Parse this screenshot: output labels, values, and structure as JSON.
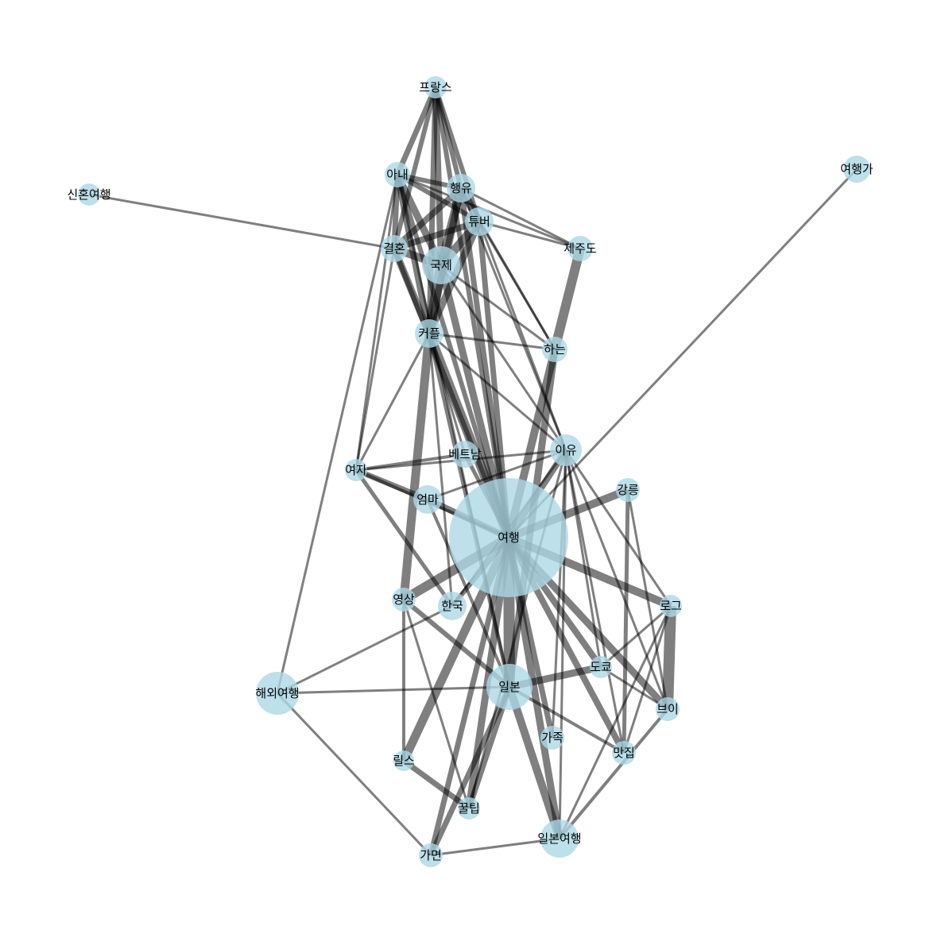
{
  "graph": {
    "node_color": "#add8e6",
    "edge_color": "#000000",
    "nodes": [
      {
        "id": "여행",
        "label": "여행",
        "size": 75
      },
      {
        "id": "프랑스",
        "label": "프랑스",
        "size": 14
      },
      {
        "id": "아내",
        "label": "아내",
        "size": 16
      },
      {
        "id": "행유",
        "label": "행유",
        "size": 18
      },
      {
        "id": "튜버",
        "label": "튜버",
        "size": 18
      },
      {
        "id": "결혼",
        "label": "결혼",
        "size": 17
      },
      {
        "id": "국제",
        "label": "국제",
        "size": 24
      },
      {
        "id": "커플",
        "label": "커플",
        "size": 18
      },
      {
        "id": "하는",
        "label": "하는",
        "size": 16
      },
      {
        "id": "제주도",
        "label": "제주도",
        "size": 16
      },
      {
        "id": "신혼여행",
        "label": "신혼여행",
        "size": 14
      },
      {
        "id": "여행가",
        "label": "여행가",
        "size": 17
      },
      {
        "id": "베트남",
        "label": "베트남",
        "size": 17
      },
      {
        "id": "이유",
        "label": "이유",
        "size": 20
      },
      {
        "id": "여자",
        "label": "여자",
        "size": 14
      },
      {
        "id": "엄마",
        "label": "엄마",
        "size": 18
      },
      {
        "id": "강릉",
        "label": "강릉",
        "size": 15
      },
      {
        "id": "영상",
        "label": "영상",
        "size": 15
      },
      {
        "id": "한국",
        "label": "한국",
        "size": 18
      },
      {
        "id": "로그",
        "label": "로그",
        "size": 14
      },
      {
        "id": "도쿄",
        "label": "도쿄",
        "size": 14
      },
      {
        "id": "일본",
        "label": "일본",
        "size": 29
      },
      {
        "id": "해외여행",
        "label": "해외여행",
        "size": 27
      },
      {
        "id": "브이",
        "label": "브이",
        "size": 15
      },
      {
        "id": "가족",
        "label": "가족",
        "size": 15
      },
      {
        "id": "맛집",
        "label": "맛집",
        "size": 15
      },
      {
        "id": "릴스",
        "label": "릴스",
        "size": 13
      },
      {
        "id": "꿀팁",
        "label": "꿀팁",
        "size": 14
      },
      {
        "id": "일본여행",
        "label": "일본여행",
        "size": 24
      },
      {
        "id": "가면",
        "label": "가면",
        "size": 15
      }
    ],
    "edges": [
      {
        "source": "여행",
        "target": "일본",
        "weight": 14
      },
      {
        "source": "여행",
        "target": "커플",
        "weight": 12
      },
      {
        "source": "여행",
        "target": "국제",
        "weight": 9
      },
      {
        "source": "여행",
        "target": "하는",
        "weight": 10
      },
      {
        "source": "여행",
        "target": "프랑스",
        "weight": 6
      },
      {
        "source": "여행",
        "target": "아내",
        "weight": 6
      },
      {
        "source": "여행",
        "target": "행유",
        "weight": 7
      },
      {
        "source": "여행",
        "target": "튜버",
        "weight": 7
      },
      {
        "source": "여행",
        "target": "결혼",
        "weight": 6
      },
      {
        "source": "여행",
        "target": "이유",
        "weight": 8
      },
      {
        "source": "여행",
        "target": "엄마",
        "weight": 8
      },
      {
        "source": "여행",
        "target": "강릉",
        "weight": 10
      },
      {
        "source": "여행",
        "target": "영상",
        "weight": 12
      },
      {
        "source": "여행",
        "target": "한국",
        "weight": 6
      },
      {
        "source": "여행",
        "target": "로그",
        "weight": 10
      },
      {
        "source": "여행",
        "target": "도쿄",
        "weight": 8
      },
      {
        "source": "여행",
        "target": "브이",
        "weight": 9
      },
      {
        "source": "여행",
        "target": "가족",
        "weight": 7
      },
      {
        "source": "여행",
        "target": "맛집",
        "weight": 8
      },
      {
        "source": "여행",
        "target": "릴스",
        "weight": 11
      },
      {
        "source": "여행",
        "target": "꿀팁",
        "weight": 9
      },
      {
        "source": "여행",
        "target": "일본여행",
        "weight": 9
      },
      {
        "source": "여행",
        "target": "가면",
        "weight": 7
      },
      {
        "source": "여행",
        "target": "베트남",
        "weight": 5
      },
      {
        "source": "여행",
        "target": "여자",
        "weight": 4
      },
      {
        "source": "국제",
        "target": "커플",
        "weight": 13
      },
      {
        "source": "국제",
        "target": "결혼",
        "weight": 10
      },
      {
        "source": "국제",
        "target": "아내",
        "weight": 9
      },
      {
        "source": "국제",
        "target": "행유",
        "weight": 11
      },
      {
        "source": "국제",
        "target": "튜버",
        "weight": 11
      },
      {
        "source": "국제",
        "target": "프랑스",
        "weight": 8
      },
      {
        "source": "커플",
        "target": "결혼",
        "weight": 9
      },
      {
        "source": "커플",
        "target": "아내",
        "weight": 8
      },
      {
        "source": "커플",
        "target": "행유",
        "weight": 9
      },
      {
        "source": "커플",
        "target": "튜버",
        "weight": 9
      },
      {
        "source": "커플",
        "target": "프랑스",
        "weight": 7
      },
      {
        "source": "결혼",
        "target": "아내",
        "weight": 7
      },
      {
        "source": "결혼",
        "target": "행유",
        "weight": 8
      },
      {
        "source": "결혼",
        "target": "튜버",
        "weight": 8
      },
      {
        "source": "결혼",
        "target": "프랑스",
        "weight": 6
      },
      {
        "source": "아내",
        "target": "행유",
        "weight": 6
      },
      {
        "source": "아내",
        "target": "튜버",
        "weight": 6
      },
      {
        "source": "아내",
        "target": "프랑스",
        "weight": 7
      },
      {
        "source": "행유",
        "target": "튜버",
        "weight": 10
      },
      {
        "source": "행유",
        "target": "프랑스",
        "weight": 6
      },
      {
        "source": "튜버",
        "target": "프랑스",
        "weight": 6
      },
      {
        "source": "튜버",
        "target": "제주도",
        "weight": 3
      },
      {
        "source": "행유",
        "target": "제주도",
        "weight": 3
      },
      {
        "source": "아내",
        "target": "제주도",
        "weight": 3
      },
      {
        "source": "결혼",
        "target": "신혼여행",
        "weight": 3
      },
      {
        "source": "제주도",
        "target": "하는",
        "weight": 12
      },
      {
        "source": "하는",
        "target": "일본",
        "weight": 9
      },
      {
        "source": "하는",
        "target": "튜버",
        "weight": 3
      },
      {
        "source": "하는",
        "target": "국제",
        "weight": 3
      },
      {
        "source": "하는",
        "target": "커플",
        "weight": 3
      },
      {
        "source": "하는",
        "target": "행유",
        "weight": 3
      },
      {
        "source": "여행가",
        "target": "여행",
        "weight": 3
      },
      {
        "source": "이유",
        "target": "국제",
        "weight": 3
      },
      {
        "source": "이유",
        "target": "커플",
        "weight": 3
      },
      {
        "source": "이유",
        "target": "튜버",
        "weight": 3
      },
      {
        "source": "이유",
        "target": "행유",
        "weight": 3
      },
      {
        "source": "이유",
        "target": "엄마",
        "weight": 3
      },
      {
        "source": "이유",
        "target": "일본여행",
        "weight": 3
      },
      {
        "source": "이유",
        "target": "브이",
        "weight": 3
      },
      {
        "source": "이유",
        "target": "로그",
        "weight": 3
      },
      {
        "source": "이유",
        "target": "꿀팁",
        "weight": 3
      },
      {
        "source": "이유",
        "target": "도쿄",
        "weight": 3
      },
      {
        "source": "이유",
        "target": "맛집",
        "weight": 3
      },
      {
        "source": "이유",
        "target": "가족",
        "weight": 3
      },
      {
        "source": "이유",
        "target": "한국",
        "weight": 3
      },
      {
        "source": "여자",
        "target": "아내",
        "weight": 3
      },
      {
        "source": "여자",
        "target": "결혼",
        "weight": 3
      },
      {
        "source": "여자",
        "target": "커플",
        "weight": 3
      },
      {
        "source": "여자",
        "target": "베트남",
        "weight": 4
      },
      {
        "source": "여자",
        "target": "이유",
        "weight": 3
      },
      {
        "source": "여자",
        "target": "한국",
        "weight": 5
      },
      {
        "source": "여자",
        "target": "엄마",
        "weight": 7
      },
      {
        "source": "베트남",
        "target": "커플",
        "weight": 3
      },
      {
        "source": "엄마",
        "target": "일본",
        "weight": 4
      },
      {
        "source": "일본",
        "target": "도쿄",
        "weight": 9
      },
      {
        "source": "일본",
        "target": "해외여행",
        "weight": 3
      },
      {
        "source": "일본",
        "target": "꿀팁",
        "weight": 7
      },
      {
        "source": "일본",
        "target": "가면",
        "weight": 7
      },
      {
        "source": "일본",
        "target": "일본여행",
        "weight": 10
      },
      {
        "source": "일본",
        "target": "영상",
        "weight": 6
      },
      {
        "source": "커플",
        "target": "영상",
        "weight": 11
      },
      {
        "source": "커플",
        "target": "일본",
        "weight": 5
      },
      {
        "source": "커플",
        "target": "한국",
        "weight": 3
      },
      {
        "source": "아내",
        "target": "해외여행",
        "weight": 3
      },
      {
        "source": "아내",
        "target": "일본",
        "weight": 3
      },
      {
        "source": "해외여행",
        "target": "한국",
        "weight": 3
      },
      {
        "source": "해외여행",
        "target": "가면",
        "weight": 3
      },
      {
        "source": "영상",
        "target": "릴스",
        "weight": 4
      },
      {
        "source": "영상",
        "target": "꿀팁",
        "weight": 3
      },
      {
        "source": "릴스",
        "target": "꿀팁",
        "weight": 7
      },
      {
        "source": "가면",
        "target": "일본여행",
        "weight": 3
      },
      {
        "source": "로그",
        "target": "브이",
        "weight": 14
      },
      {
        "source": "로그",
        "target": "일본여행",
        "weight": 3
      },
      {
        "source": "로그",
        "target": "맛집",
        "weight": 3
      },
      {
        "source": "로그",
        "target": "도쿄",
        "weight": 3
      },
      {
        "source": "브이",
        "target": "일본여행",
        "weight": 4
      },
      {
        "source": "브이",
        "target": "도쿄",
        "weight": 3
      },
      {
        "source": "브이",
        "target": "강릉",
        "weight": 3
      },
      {
        "source": "강릉",
        "target": "맛집",
        "weight": 5
      },
      {
        "source": "맛집",
        "target": "일본",
        "weight": 4
      }
    ]
  }
}
